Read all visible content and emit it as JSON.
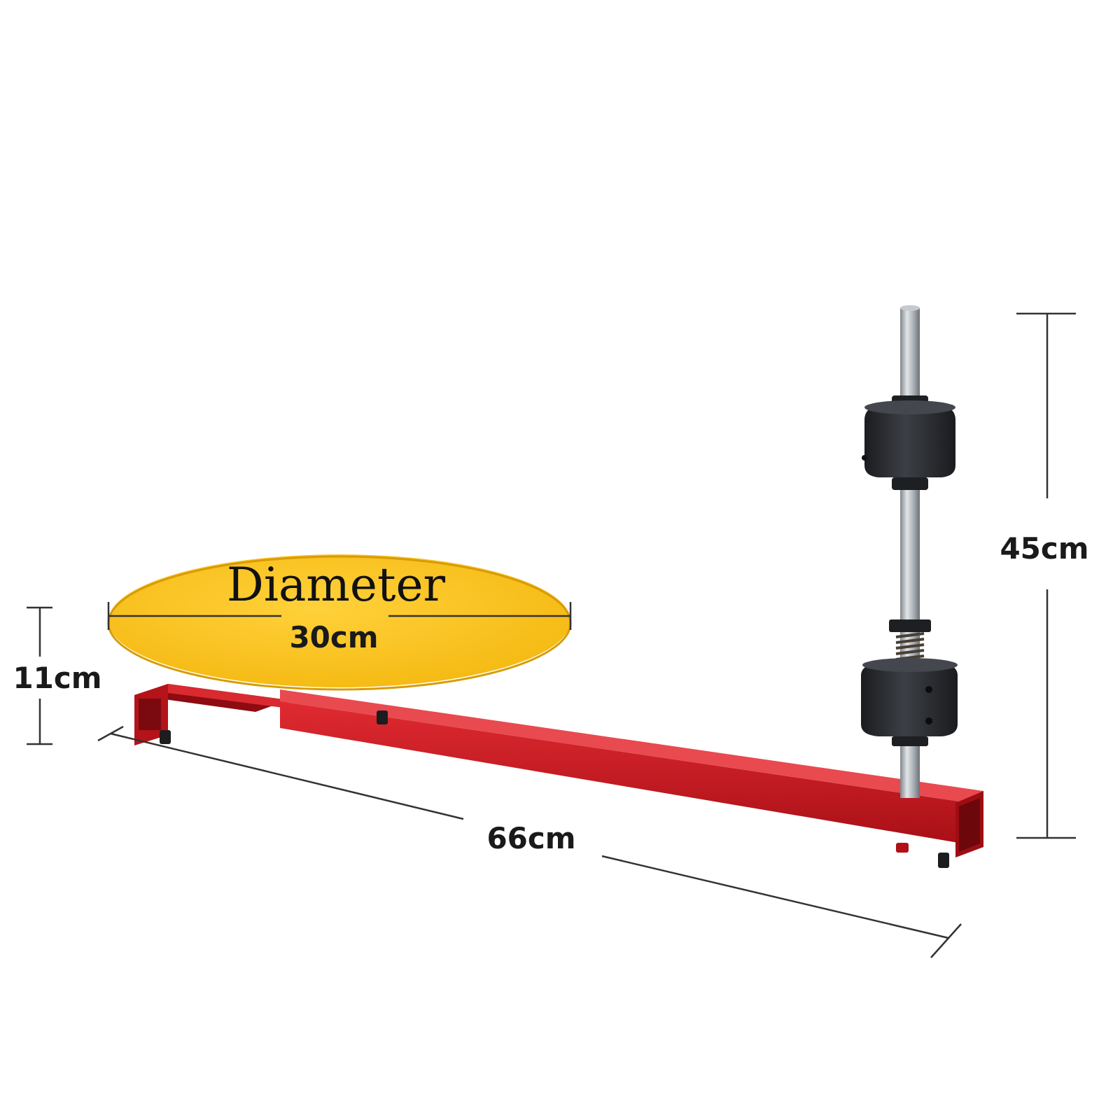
{
  "labels": {
    "diameter_title": "Diameter",
    "diameter_value": "30cm",
    "height_left": "11cm",
    "length": "66cm",
    "height_right": "45cm"
  },
  "colors": {
    "turntable": "#f7c21a",
    "frame": "#c8161d",
    "frame_dark": "#8f0c12",
    "knob": "#2b2d31",
    "rod": "#a9aeb3",
    "dimension_line": "#333333"
  },
  "icons": {
    "product": "tape-roll-unwinder-stand-illustration"
  }
}
